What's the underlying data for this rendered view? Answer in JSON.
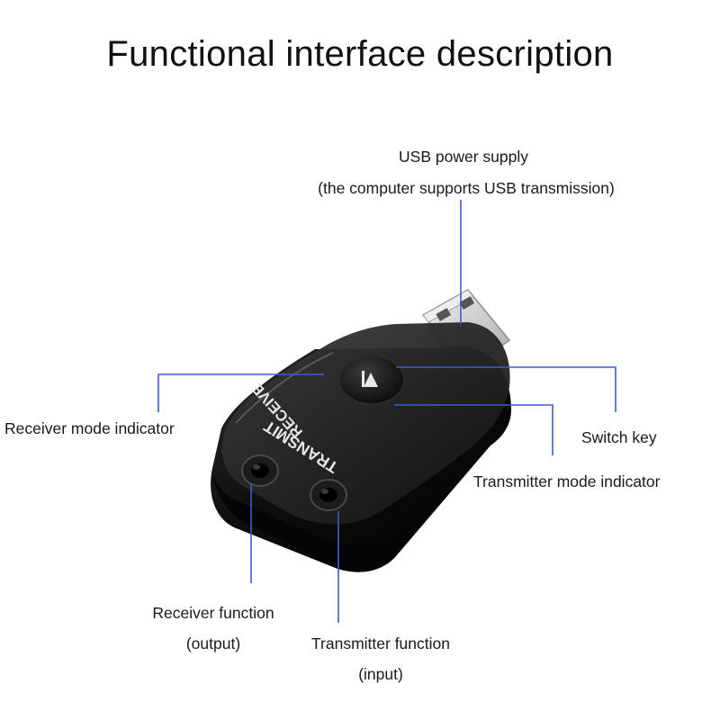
{
  "title": "Functional interface description",
  "labels": {
    "usb_power_line1": "USB power supply",
    "usb_power_line2": "(the computer supports USB transmission)",
    "receiver_indicator": "Receiver mode indicator",
    "switch_key": "Switch key",
    "transmitter_indicator": "Transmitter mode indicator",
    "receiver_function_line1": "Receiver function",
    "receiver_function_line2": "(output)",
    "transmitter_function_line1": "Transmitter function",
    "transmitter_function_line2": "(input)"
  },
  "device": {
    "receive_text": "RECEIVE",
    "transmit_text": "TRANSMIT"
  },
  "colors": {
    "leader_line": "#3a5fd0",
    "device_body": "#0c0c0c",
    "usb_metal": "#d9d9d9"
  }
}
